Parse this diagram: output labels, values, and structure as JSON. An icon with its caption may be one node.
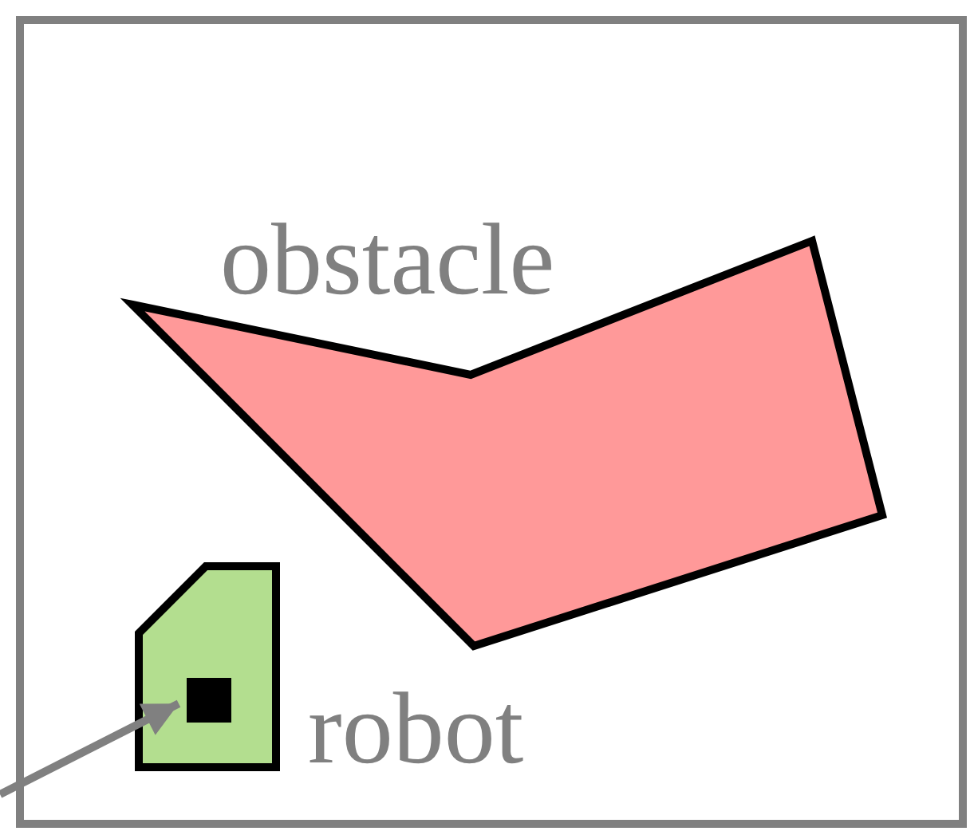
{
  "diagram": {
    "nodes": [
      {
        "text": [],
        "shape": "box"
      },
      {
        "text": [
          "obstacle"
        ],
        "in": 0
      },
      {
        "text": [
          "robot"
        ],
        "in": 0
      },
      {
        "text": [],
        "shape": "box",
        "in": 2
      }
    ],
    "edges": [
      {
        "from": null,
        "to": 3,
        "arrow": "to"
      }
    ]
  }
}
